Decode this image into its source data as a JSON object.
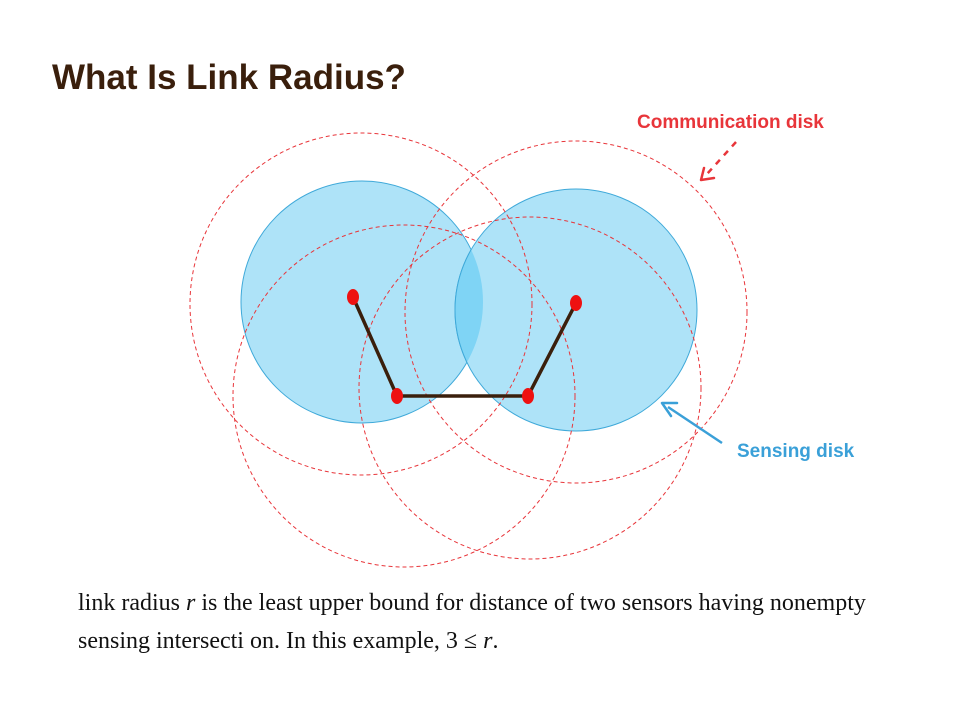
{
  "title": "What Is Link Radius?",
  "labels": {
    "communication": "Communication disk",
    "sensing": "Sensing disk"
  },
  "caption": {
    "line1_prefix": "link radius ",
    "line1_var": "r",
    "line1_suffix": " is the least upper bound for distance of two sensors having nonempty",
    "line2_prefix": "sensing intersecti on. In this example, 3 ≤ ",
    "line2_var": "r",
    "line2_suffix": "."
  },
  "colors": {
    "title": "#3a1f0c",
    "sensing_fill": "#aee3f8",
    "sensing_stroke": "#3fa9d9",
    "overlap_fill": "#7fd4f5",
    "comm_stroke": "#e8353a",
    "node": "#ee1111",
    "edge": "#3a1f0c",
    "communication_label": "#e8353a",
    "sensing_label": "#3aa0d8"
  },
  "icons": {
    "communication_pointer": "dashed-red-arrow-icon",
    "sensing_pointer": "blue-arrow-icon"
  }
}
